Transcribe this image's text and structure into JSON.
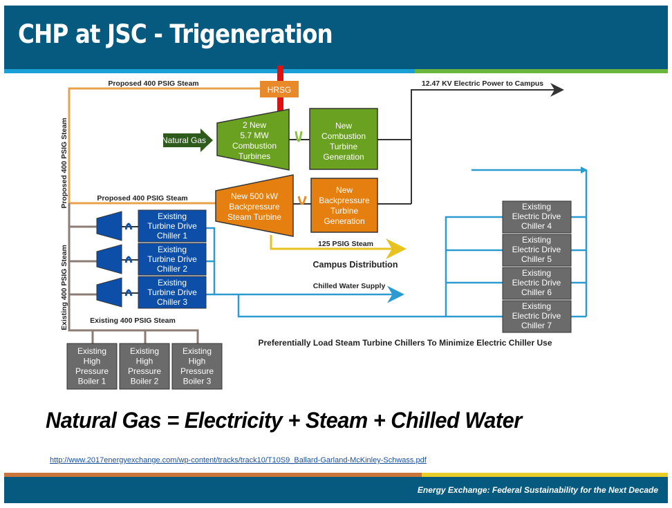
{
  "slide": {
    "title": "CHP at JSC - Trigeneration",
    "formula": "Natural Gas = Electricity + Steam + Chilled Water",
    "source_link": "http://www.2017energyexchange.com/wp-content/tracks/track10/T10S9_Ballard-Garland-McKinley-Schwass.pdf",
    "footer": "Energy Exchange: Federal Sustainability for the Next Decade"
  },
  "colors": {
    "header_bg": "#06597f",
    "steam_proposed": "#e8a24a",
    "steam_existing": "#8b7d75",
    "electric": "#333333",
    "chilled_water": "#2a9ad0",
    "steam_125": "#e8c21e",
    "exhaust": "#e01010",
    "green": "#6aa121",
    "orange": "#e57f0f",
    "blue": "#0d4fa8",
    "gray": "#6b6b6b"
  },
  "diagram": {
    "lines": {
      "proposed_top": "Proposed 400 PSIG Steam",
      "proposed_mid": "Proposed 400 PSIG Steam",
      "proposed_vertical": "Proposed 400 PSIG Steam",
      "existing_vertical": "Existing 400 PSIG Steam",
      "existing_bottom": "Existing 400 PSIG Steam",
      "electric": "12.47 KV Electric Power to Campus",
      "steam_125": "125 PSIG Steam",
      "campus_distribution": "Campus Distribution",
      "chilled_water": "Chilled Water Supply",
      "note": "Preferentially Load Steam Turbine Chillers To Minimize Electric Chiller Use"
    },
    "hrsg": "HRSG",
    "natural_gas": "Natural Gas",
    "combustion_turbine": [
      "2 New",
      "5.7 MW",
      "Combustion",
      "Turbines"
    ],
    "ct_generation": [
      "New",
      "Combustion",
      "Turbine",
      "Generation"
    ],
    "steam_turbine": [
      "New 500 kW",
      "Backpressure",
      "Steam Turbine"
    ],
    "bp_generation": [
      "New",
      "Backpressure",
      "Turbine",
      "Generation"
    ],
    "turbine_chillers": [
      [
        "Existing",
        "Turbine Drive",
        "Chiller 1"
      ],
      [
        "Existing",
        "Turbine Drive",
        "Chiller 2"
      ],
      [
        "Existing",
        "Turbine Drive",
        "Chiller 3"
      ]
    ],
    "electric_chillers": [
      [
        "Existing",
        "Electric Drive",
        "Chiller 4"
      ],
      [
        "Existing",
        "Electric Drive",
        "Chiller 5"
      ],
      [
        "Existing",
        "Electric Drive",
        "Chiller 6"
      ],
      [
        "Existing",
        "Electric Drive",
        "Chiller 7"
      ]
    ],
    "boilers": [
      [
        "Existing",
        "High",
        "Pressure",
        "Boiler 1"
      ],
      [
        "Existing",
        "High",
        "Pressure",
        "Boiler 2"
      ],
      [
        "Existing",
        "High",
        "Pressure",
        "Boiler 3"
      ]
    ]
  }
}
